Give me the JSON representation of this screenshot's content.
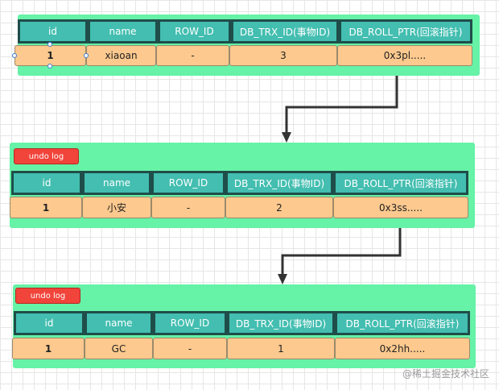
{
  "headers": [
    "id",
    "name",
    "ROW_ID",
    "DB_TRX_ID(事物ID)",
    "DB_ROLL_PTR(回滚指针)"
  ],
  "records": [
    {
      "badge": "",
      "cells": [
        "1",
        "xiaoan",
        "-",
        "3",
        "0x3pl....."
      ]
    },
    {
      "badge": "undo log",
      "cells": [
        "1",
        "小安",
        "-",
        "2",
        "0x3ss....."
      ]
    },
    {
      "badge": "undo log",
      "cells": [
        "1",
        "GC",
        "-",
        "1",
        "0x2hh....."
      ]
    }
  ],
  "watermark": "@稀土掘金技术社区",
  "colors": {
    "panel": "#66f2a7",
    "header": "#43beb0",
    "data_row": "#fdc98e",
    "badge": "#f1443a",
    "arrow": "#333333"
  }
}
